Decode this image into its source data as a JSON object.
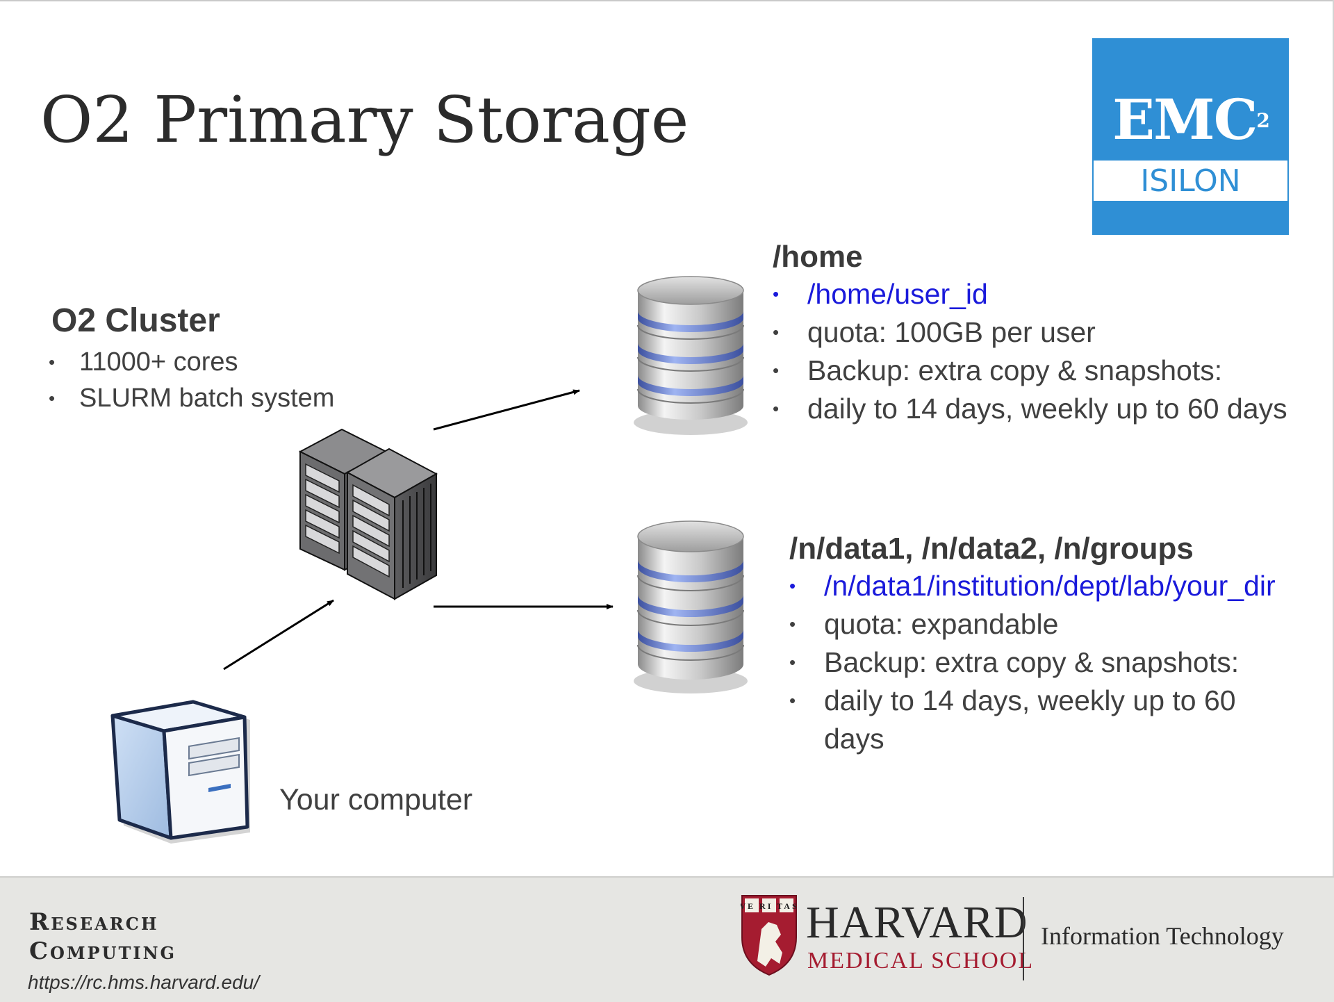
{
  "slide": {
    "title": "O2 Primary Storage"
  },
  "logo": {
    "emc_text": "EMC",
    "emc_superscript": "2",
    "isilon_text": "ISILON",
    "brand_color": "#2f8fd5"
  },
  "cluster": {
    "title": "O2 Cluster",
    "items": [
      "11000+ cores",
      "SLURM batch system"
    ]
  },
  "home": {
    "title": "/home",
    "path": "/home/user_id",
    "items": [
      "quota: 100GB per user",
      "Backup: extra copy & snapshots:",
      "daily to 14 days, weekly up to 60 days"
    ]
  },
  "data": {
    "title": "/n/data1, /n/data2, /n/groups",
    "path": "/n/data1/institution/dept/lab/your_dir",
    "items": [
      "quota: expandable",
      "Backup: extra copy & snapshots:",
      "daily to 14 days, weekly up to 60 days"
    ]
  },
  "computer": {
    "label": "Your computer"
  },
  "footer": {
    "rc_line1": "Research",
    "rc_line2": "Computing",
    "url": "https://rc.hms.harvard.edu/",
    "hms_name": "HARVARD",
    "hms_school": "MEDICAL SCHOOL",
    "hms_shield_text": "VE RI TAS",
    "it_label": "Information Technology"
  },
  "colors": {
    "link_blue": "#1a1adb",
    "harvard_crimson": "#a51c30"
  }
}
